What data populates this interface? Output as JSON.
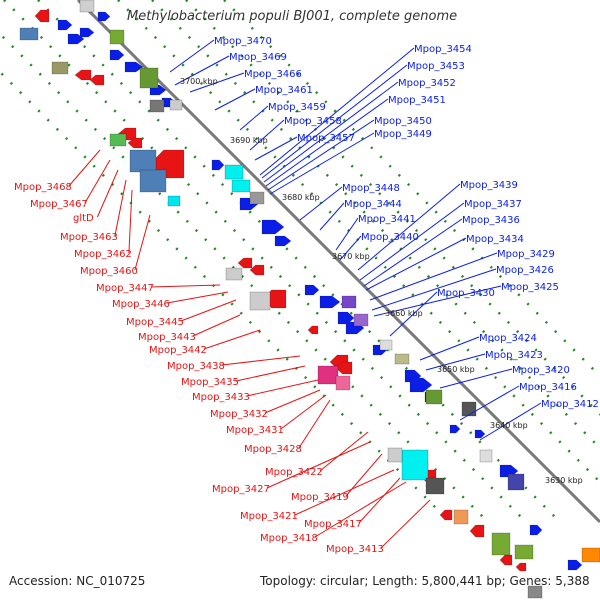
{
  "title": "Methylobacterium populi BJ001, complete genome",
  "accession": "Accession: NC_010725",
  "topology": "Topology: circular; Length: 5,800,441 bp; Genes: 5,388",
  "colors": {
    "plus": "#0a1ee6",
    "minus": "#e61414",
    "backbone": "#888888",
    "dots": "#228b22"
  },
  "kbp_ticks": [
    "3700 kbp",
    "3690 kbp",
    "3680 kbp",
    "3670 kbp",
    "3660 kbp",
    "3650 kbp",
    "3640 kbp",
    "3630 kbp"
  ],
  "blue_labels": [
    "Mpop_3470",
    "Mpop_3469",
    "Mpop_3466",
    "Mpop_3461",
    "Mpop_3459",
    "Mpop_3458",
    "Mpop_3457",
    "Mpop_3454",
    "Mpop_3453",
    "Mpop_3452",
    "Mpop_3451",
    "Mpop_3450",
    "Mpop_3449",
    "Mpop_3448",
    "Mpop_3444",
    "Mpop_3441",
    "Mpop_3440",
    "Mpop_3439",
    "Mpop_3437",
    "Mpop_3436",
    "Mpop_3434",
    "Mpop_3429",
    "Mpop_3426",
    "Mpop_3425",
    "Mpop_3430",
    "Mpop_3424",
    "Mpop_3423",
    "Mpop_3420",
    "Mpop_3416",
    "Mpop_3412"
  ],
  "red_labels": [
    "Mpop_3468",
    "Mpop_3467",
    "gltD",
    "Mpop_3463",
    "Mpop_3462",
    "Mpop_3460",
    "Mpop_3447",
    "Mpop_3446",
    "Mpop_3445",
    "Mpop_3443",
    "Mpop_3442",
    "Mpop_3438",
    "Mpop_3435",
    "Mpop_3433",
    "Mpop_3432",
    "Mpop_3431",
    "Mpop_3428",
    "Mpop_3422",
    "Mpop_3427",
    "Mpop_3419",
    "Mpop_3421",
    "Mpop_3417",
    "Mpop_3418",
    "Mpop_3413"
  ]
}
